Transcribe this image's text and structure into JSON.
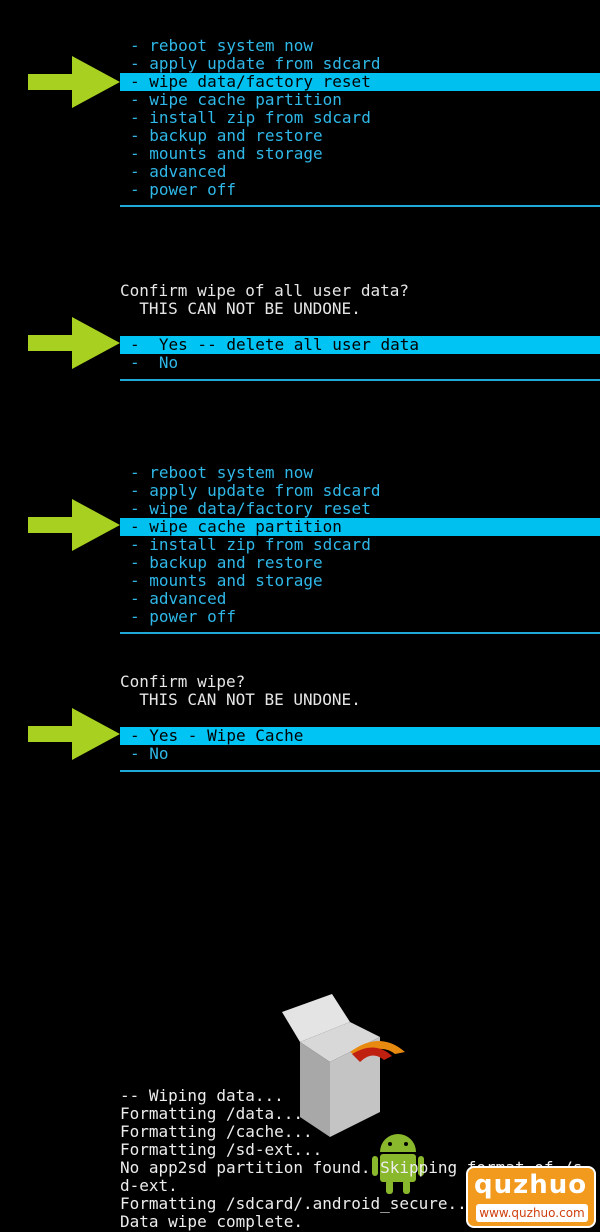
{
  "recovery_menu": {
    "items": [
      "- reboot system now",
      "- apply update from sdcard",
      "- wipe data/factory reset",
      "- wipe cache partition",
      "- install zip from sdcard",
      "- backup and restore",
      "- mounts and storage",
      "- advanced",
      "- power off"
    ]
  },
  "panel1": {
    "selected_index": 2
  },
  "confirm_data": {
    "prompt": "Confirm wipe of all user data?",
    "warning": "  THIS CAN NOT BE UNDONE.",
    "yes": "-  Yes -- delete all user data",
    "no": "-  No"
  },
  "panel2": {
    "selected_index": 3
  },
  "confirm_cache": {
    "prompt": "Confirm wipe?",
    "warning": "  THIS CAN NOT BE UNDONE.",
    "yes": "- Yes - Wipe Cache",
    "no": "- No"
  },
  "log": {
    "lines": [
      "-- Wiping data...",
      "Formatting /data...",
      "Formatting /cache...",
      "Formatting /sd-ext...",
      "No app2sd partition found. Skipping format of /s",
      "d-ext.",
      "Formatting /sdcard/.android_secure...",
      "Data wipe complete."
    ]
  },
  "watermark": {
    "logo": "quzhuo",
    "url": "www.quzhuo.com"
  },
  "colors": {
    "menu_text": "#2fb8e8",
    "highlight": "#00c0f0",
    "arrow": "#a8d020",
    "background": "#000000"
  }
}
